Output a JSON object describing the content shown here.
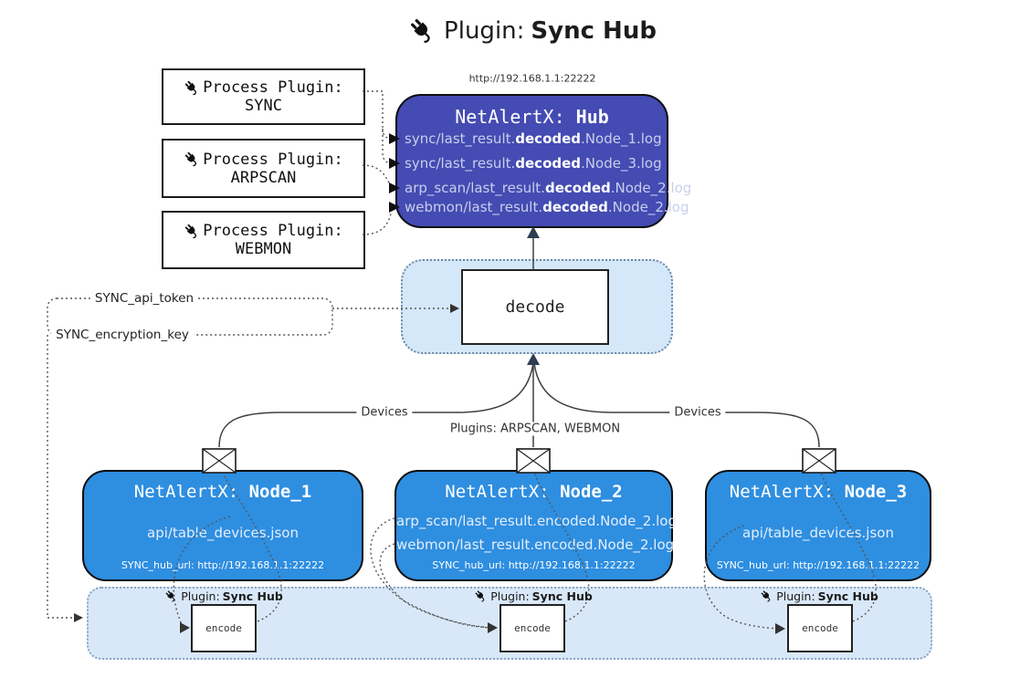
{
  "title": {
    "label": "Plugin:",
    "name": "Sync Hub"
  },
  "hub": {
    "url": "http://192.168.1.1:22222",
    "title_prefix": "NetAlertX:",
    "title_name": "Hub",
    "logs": [
      {
        "pre": "sync/last_result.",
        "em": "decoded",
        "post": ".Node_1.log"
      },
      {
        "pre": "sync/last_result.",
        "em": "decoded",
        "post": ".Node_3.log"
      },
      {
        "pre": "arp_scan/last_result.",
        "em": "decoded",
        "post": ".Node_2.log"
      },
      {
        "pre": "webmon/last_result.",
        "em": "decoded",
        "post": ".Node_2.log"
      }
    ]
  },
  "process_plugins": [
    {
      "label": "Process Plugin:",
      "name": "SYNC"
    },
    {
      "label": "Process Plugin:",
      "name": "ARPSCAN"
    },
    {
      "label": "Process Plugin:",
      "name": "WEBMON"
    }
  ],
  "settings": {
    "api_token": "SYNC_api_token",
    "encryption_key": "SYNC_encryption_key"
  },
  "decode_box": {
    "label": "decode"
  },
  "edges": {
    "devices_left": "Devices",
    "devices_right": "Devices",
    "plugins_center": "Plugins: ARPSCAN, WEBMON"
  },
  "nodes": [
    {
      "title_prefix": "NetAlertX:",
      "title_name": "Node_1",
      "files": [
        "api/table_devices.json"
      ],
      "hub_url": "SYNC_hub_url: http://192.168.1.1:22222"
    },
    {
      "title_prefix": "NetAlertX:",
      "title_name": "Node_2",
      "files": [
        "arp_scan/last_result.encoded.Node_2.log",
        "webmon/last_result.encoded.Node_2.log"
      ],
      "hub_url": "SYNC_hub_url: http://192.168.1.1:22222"
    },
    {
      "title_prefix": "NetAlertX:",
      "title_name": "Node_3",
      "files": [
        "api/table_devices.json"
      ],
      "hub_url": "SYNC_hub_url: http://192.168.1.1:22222"
    }
  ],
  "encode_band": {
    "plugin_label": "Plugin:",
    "plugin_name": "Sync Hub",
    "encode_label": "encode"
  },
  "colors": {
    "hub_bg": "#444bb2",
    "node_bg": "#2e8ee0",
    "panel_bg": "#d9e8f8",
    "line": "#3f3f3f",
    "arrow": "#2c3e50"
  }
}
